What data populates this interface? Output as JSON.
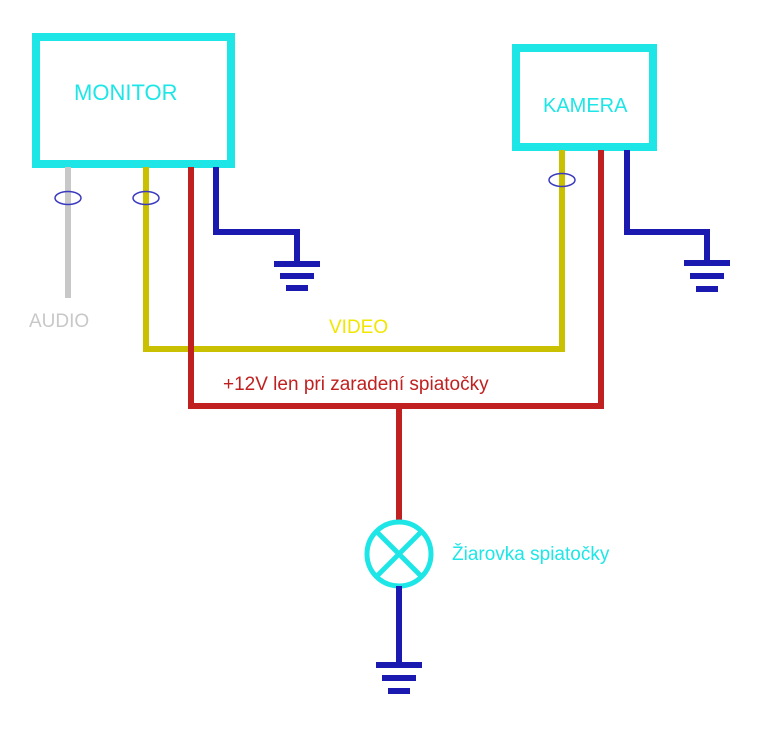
{
  "diagram": {
    "monitor_label": "MONITOR",
    "camera_label": "KAMERA",
    "audio_label": "AUDIO",
    "video_label": "VIDEO",
    "power_label": "+12V len pri zaradení spiatočky",
    "lamp_label": "Žiarovka spiatočky"
  },
  "colors": {
    "box": "#1ee6e6",
    "audio": "#c8c8c8",
    "video": "#c8c000",
    "power": "#c02020",
    "ground": "#1a1ab0",
    "connector": "#3a3ac0",
    "lamp": "#1ee6e6",
    "video_text": "#f2e600"
  }
}
